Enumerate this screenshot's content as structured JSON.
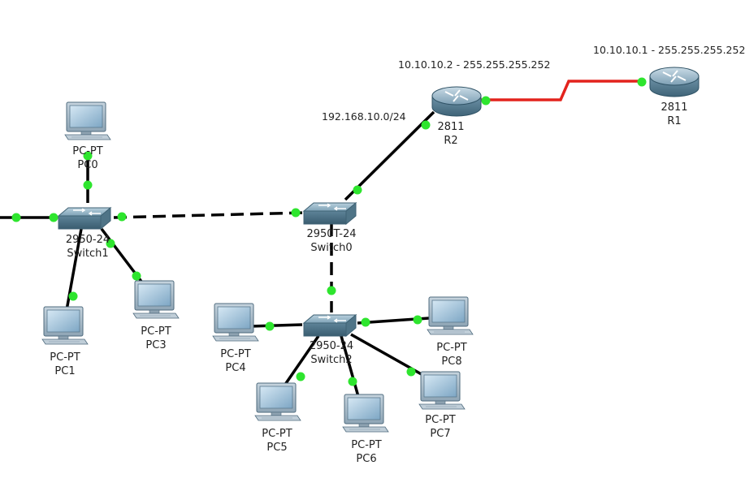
{
  "colors": {
    "ethernet": "#000000",
    "serial": "#e3231d",
    "port_up": "#2ee52e",
    "background": "#ffffff"
  },
  "routers": {
    "r2": {
      "model": "2811",
      "name": "R2"
    },
    "r1": {
      "model": "2811",
      "name": "R1"
    }
  },
  "switches": {
    "switch0": {
      "model": "2950T-24",
      "name": "Switch0"
    },
    "switch1": {
      "model": "2950-24",
      "name": "Switch1"
    },
    "switch2": {
      "model": "2950-24",
      "name": "Switch2"
    }
  },
  "pcs": {
    "pc0": {
      "model": "PC-PT",
      "name": "PC0"
    },
    "pc1": {
      "model": "PC-PT",
      "name": "PC1"
    },
    "pc3": {
      "model": "PC-PT",
      "name": "PC3"
    },
    "pc4": {
      "model": "PC-PT",
      "name": "PC4"
    },
    "pc5": {
      "model": "PC-PT",
      "name": "PC5"
    },
    "pc6": {
      "model": "PC-PT",
      "name": "PC6"
    },
    "pc7": {
      "model": "PC-PT",
      "name": "PC7"
    },
    "pc8": {
      "model": "PC-PT",
      "name": "PC8"
    }
  },
  "annotations": {
    "r2_serial": "10.10.10.2 - 255.255.255.252",
    "r1_serial": "10.10.10.1 - 255.255.255.252",
    "lan": "192.168.10.0/24"
  }
}
